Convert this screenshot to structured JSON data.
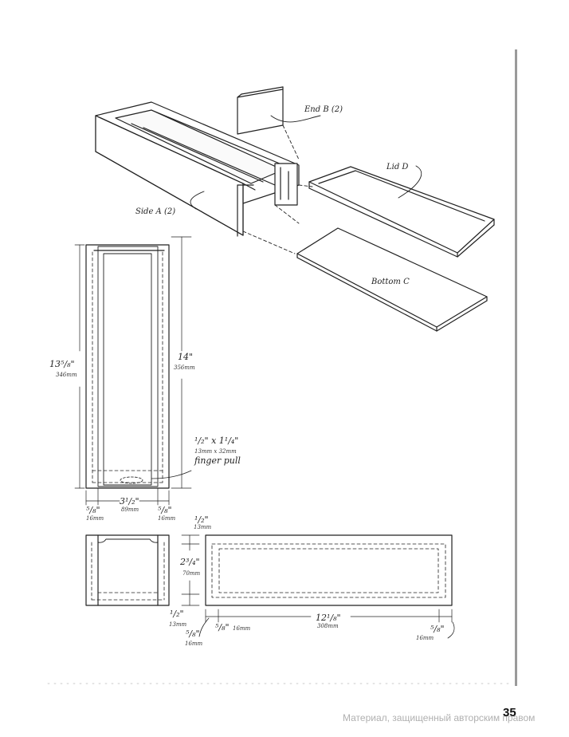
{
  "labels": {
    "end_b": "End B (2)",
    "lid_d": "Lid D",
    "side_a": "Side A (2)",
    "bottom_c": "Bottom C"
  },
  "dimensions": {
    "plan_height_imp": "13⁵/₈\"",
    "plan_height_mm": "346mm",
    "inner_height_imp": "14\"",
    "inner_height_mm": "356mm",
    "finger_pull_size_imp": "¹/₂\" x 1¹/₄\"",
    "finger_pull_size_mm": "13mm x 32mm",
    "finger_pull_label": "finger pull",
    "width_imp": "3¹/₂\"",
    "width_mm": "89mm",
    "left_wall_imp": "⁵/₈\"",
    "left_wall_mm": "16mm",
    "right_wall_imp": "⁵/₈\"",
    "right_wall_mm": "16mm",
    "top_groove_imp": "¹/₂\"",
    "top_groove_mm": "13mm",
    "side_height_imp": "2³/₄\"",
    "side_height_mm": "70mm",
    "bottom_groove_imp": "¹/₂\"",
    "bottom_groove_mm": "13mm",
    "end_thick_imp": "⁵/₈\"",
    "end_thick_mm": "16mm",
    "side_inset_imp": "⁵/₈\"",
    "side_inset_mm": "16mm",
    "side_length_imp": "12¹/₈\"",
    "side_length_mm": "308mm",
    "side_right_imp": "⁵/₈\"",
    "side_right_mm": "16mm"
  },
  "footer": {
    "watermark": "Материал, защищенный авторским правом",
    "page_number": "35"
  }
}
